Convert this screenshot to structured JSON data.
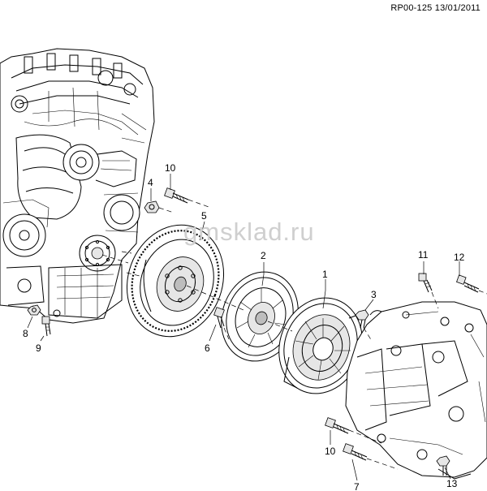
{
  "header": {
    "reference": "RP00-125 13/01/2011"
  },
  "watermark": {
    "text": "gmsklad.ru"
  },
  "callouts": [
    {
      "id": "1",
      "label": "1"
    },
    {
      "id": "2",
      "label": "2"
    },
    {
      "id": "3",
      "label": "3"
    },
    {
      "id": "4",
      "label": "4"
    },
    {
      "id": "5",
      "label": "5"
    },
    {
      "id": "6",
      "label": "6"
    },
    {
      "id": "7",
      "label": "7"
    },
    {
      "id": "8",
      "label": "8"
    },
    {
      "id": "9",
      "label": "9"
    },
    {
      "id": "10a",
      "label": "10"
    },
    {
      "id": "10b",
      "label": "10"
    },
    {
      "id": "11",
      "label": "11"
    },
    {
      "id": "12",
      "label": "12"
    },
    {
      "id": "13",
      "label": "13"
    }
  ]
}
